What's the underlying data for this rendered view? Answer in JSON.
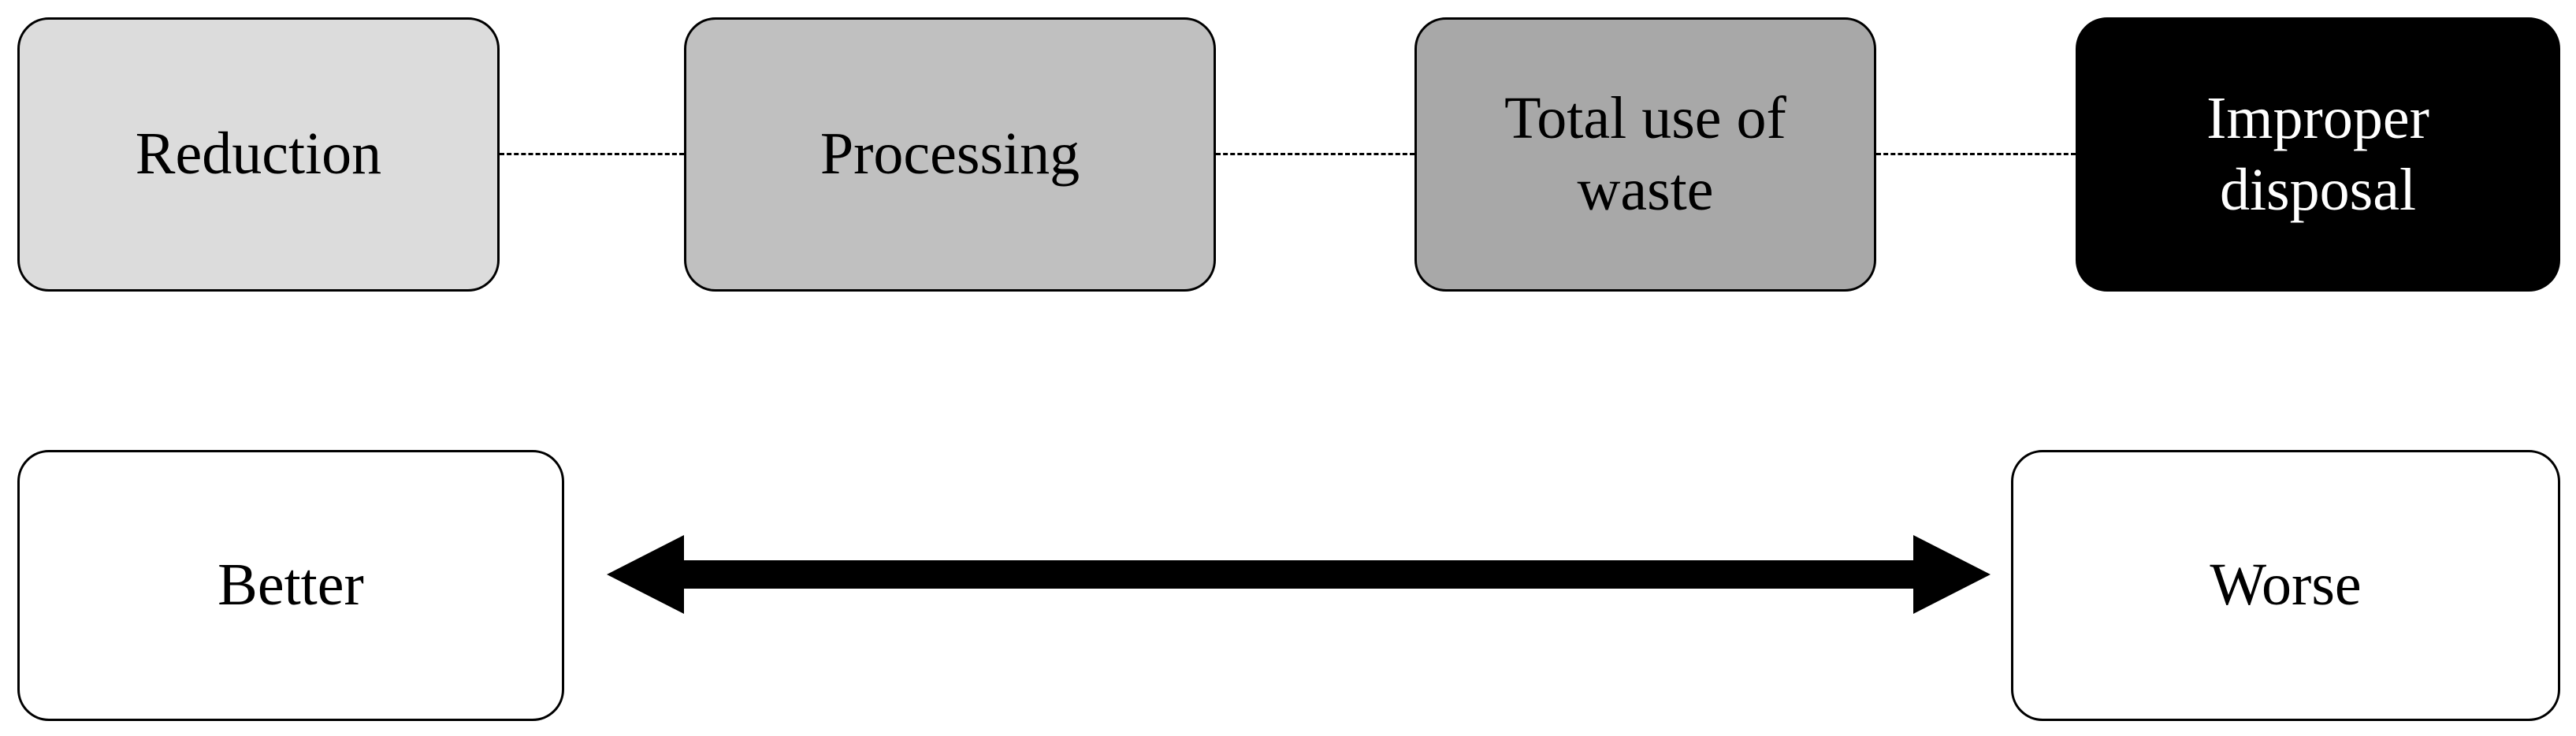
{
  "hierarchy": {
    "levels": [
      {
        "label": "Reduction",
        "fill": "#dcdcdc"
      },
      {
        "label": "Processing",
        "fill": "#c0c0c0"
      },
      {
        "label": "Total use of\nwaste",
        "fill": "#a8a8a8"
      },
      {
        "label": "Improper\ndisposal",
        "fill": "#000000"
      }
    ]
  },
  "scale": {
    "left_label": "Better",
    "right_label": "Worse"
  }
}
